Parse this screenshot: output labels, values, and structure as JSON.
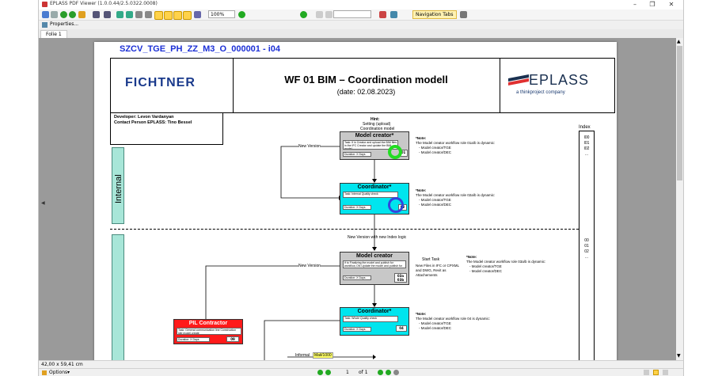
{
  "window": {
    "title": "EPLASS PDF Viewer (1.0.0.44/2.5.0322.0008)",
    "minimize": "–",
    "maximize": "❐",
    "close": "✕"
  },
  "toolbar": {
    "zoom": "100%",
    "navigation_tabs": "Navigation Tabs"
  },
  "properties_label": "Properties...",
  "tabs": [
    "Folie 1"
  ],
  "document": {
    "doc_id": "SZCV_TGE_PH_ZZ_M3_O_000001 - i04",
    "left_logo": "FICHTNER",
    "workflow_title": "WF 01 BIM – Coordination modell",
    "workflow_date": "(date: 02.08.2023)",
    "right_logo": "EPLASS",
    "right_logo_sub": "a thinkproject company",
    "developer": "Developer: Levon Vardanyan",
    "contact": "Contact Person EPLASS: Tino Bessel",
    "hint_title": "Hint:",
    "hint_line1": "Setting (upload)",
    "hint_line2": "Coordination model",
    "index_title": "Index",
    "index_top": [
      "I00",
      "I01",
      "I02",
      "..."
    ],
    "index_bottom": [
      "00",
      "01",
      "02",
      "..."
    ],
    "lane_internal": "Internal",
    "new_version": "New Version",
    "new_version_index": "New Version with new Index logic",
    "informal": "Informal",
    "informal_tag": "Mail/1000",
    "start_task": "Start Task",
    "new_files": [
      "New Files in IFC or CPXML",
      "and DWG, Revit as",
      "Attachements"
    ],
    "nodes": {
      "mc1": {
        "title": "Model creator*",
        "task": "Task: If in Creator and upload the BIM files in the IFC Creator and update the BIM model",
        "duration": "Duration: X Days",
        "num": "01"
      },
      "co1": {
        "title": "Coordinator*",
        "task": "Task: Internal Quality check",
        "duration": "Duration: X Days",
        "num": "02"
      },
      "mc2": {
        "title": "Model creator",
        "task": "If to Finalizing the model and publish for workflow, DN Update the model and publish for workflow",
        "duration": "Duration: X Days",
        "num": "03a 03b"
      },
      "co2": {
        "title": "Coordinator*",
        "task": "Task: Whole Quality check",
        "duration": "Duration: X Days",
        "num": "04"
      },
      "pil": {
        "title": "PIL Contractor",
        "task": "Task: General communication line Construction site model create",
        "duration": "Duration: X Days",
        "num": "09"
      }
    },
    "notes": {
      "n1": [
        "*Note:",
        "The Model creator workflow role 01a/b is dynamic:",
        "-    Model creator/TGE",
        "-    Model creator/DEC"
      ],
      "n2": [
        "*Note:",
        "The Model creator workflow role 02a/b is dynamic:",
        "-    Model creator/TGE",
        "-    Model creator/DEC"
      ],
      "n3": [
        "*Note:",
        "The Model creator workflow role 03a/b is dynamic:",
        "-    Model creator/TGE",
        "-    Model creator/DEC"
      ],
      "n4": [
        "*Note:",
        "The Model creator workflow role 04 is dynamic:",
        "-    Model creator/TGE",
        "-    Model creator/DEC"
      ]
    }
  },
  "status": {
    "page_size": "42,00 x 59,41 cm",
    "options": "Options",
    "page_num": "1",
    "page_of": "of 1"
  },
  "colors": {
    "doc_id": "#1b2fd6",
    "model_creator": "#c8c8c8",
    "coordinator": "#00e5ee",
    "pil": "#ff1a1a",
    "lane": "#a8e6d8",
    "green_marker": "#22dd22",
    "blue_marker": "#3344dd"
  }
}
